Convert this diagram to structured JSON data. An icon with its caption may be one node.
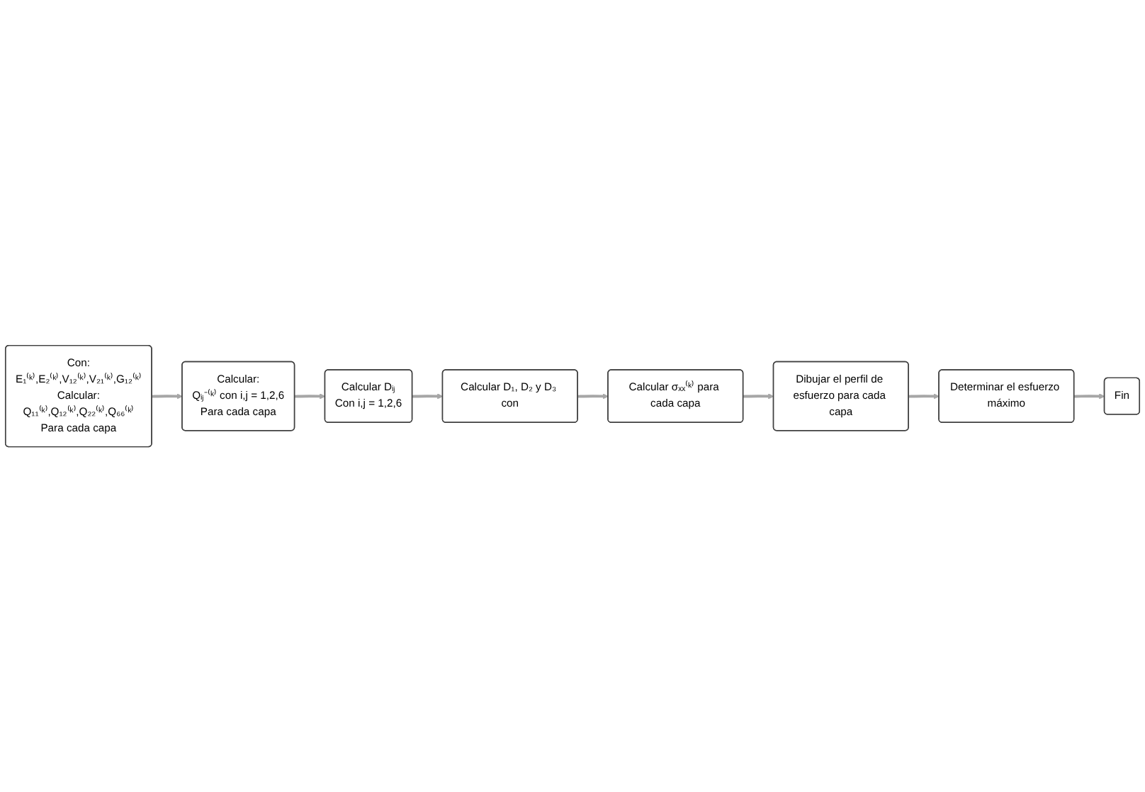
{
  "diagram": {
    "nodes": [
      {
        "text": [
          "Con:",
          "E₁⁽ᵏ⁾,E₂⁽ᵏ⁾,V₁₂⁽ᵏ⁾,V₂₁⁽ᵏ⁾,G₁₂⁽ᵏ⁾",
          "Calcular:",
          "Q₁₁⁽ᵏ⁾,Q₁₂⁽ᵏ⁾,Q₂₂⁽ᵏ⁾,Q₆₆⁽ᵏ⁾",
          "Para cada capa"
        ]
      },
      {
        "text": [
          "Calcular:",
          "Qᵢⱼ⁻⁽ᵏ⁾ con i,j = 1,2,6",
          "Para cada capa"
        ]
      },
      {
        "text": [
          "Calcular Dᵢⱼ",
          "Con i,j = 1,2,6"
        ]
      },
      {
        "text": [
          "Calcular D₁, D₂ y D₃ con"
        ]
      },
      {
        "text": [
          "Calcular σₓₓ⁽ᵏ⁾ para cada capa"
        ]
      },
      {
        "text": [
          "Dibujar el perfil de esfuerzo para cada capa"
        ]
      },
      {
        "text": [
          "Determinar el esfuerzo máximo"
        ]
      },
      {
        "text": [
          "Fin"
        ]
      }
    ],
    "edges": [
      {
        "from": 0,
        "to": 1,
        "arrow": "to"
      },
      {
        "from": 1,
        "to": 2,
        "arrow": "to"
      },
      {
        "from": 2,
        "to": 3,
        "arrow": "to"
      },
      {
        "from": 3,
        "to": 4,
        "arrow": "to"
      },
      {
        "from": 4,
        "to": 5,
        "arrow": "to"
      },
      {
        "from": 5,
        "to": 6,
        "arrow": "to"
      },
      {
        "from": 6,
        "to": 7,
        "arrow": "to"
      }
    ]
  }
}
